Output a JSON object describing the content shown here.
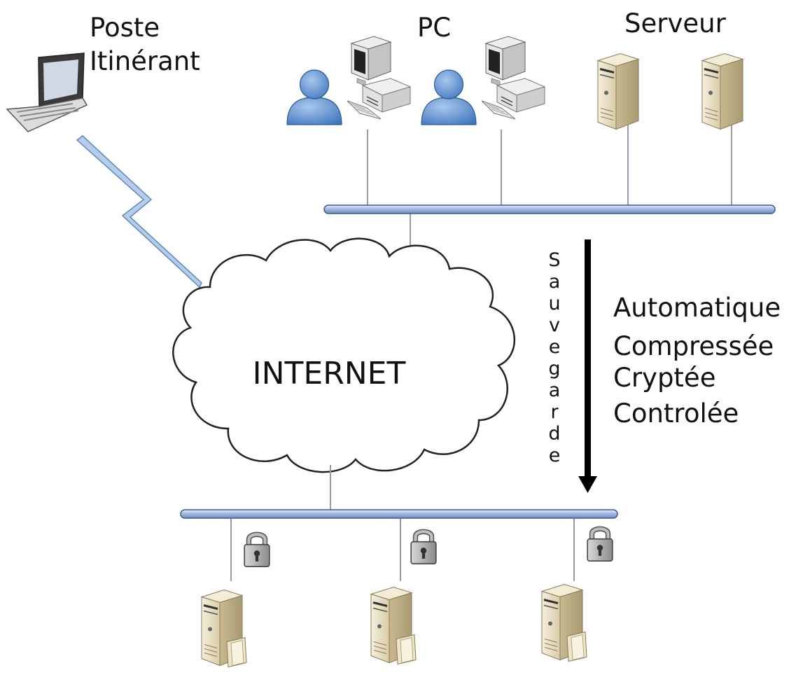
{
  "labels": {
    "roaming": [
      "Poste",
      "Itinérant"
    ],
    "pc": "PC",
    "server": "Serveur",
    "internet": "INTERNET",
    "backup_vertical": "Sauvegarde",
    "backup_properties": [
      "Automatique",
      "Compressée",
      "Cryptée",
      "Controlée"
    ]
  },
  "colors": {
    "bus_fill": "#b8c9e6",
    "bus_stroke": "#3d5a8a",
    "user_blue": "#5b8fd0",
    "server_beige": "#e6dcc0",
    "arrow": "#000000",
    "wireless": "#a9c6ea"
  }
}
